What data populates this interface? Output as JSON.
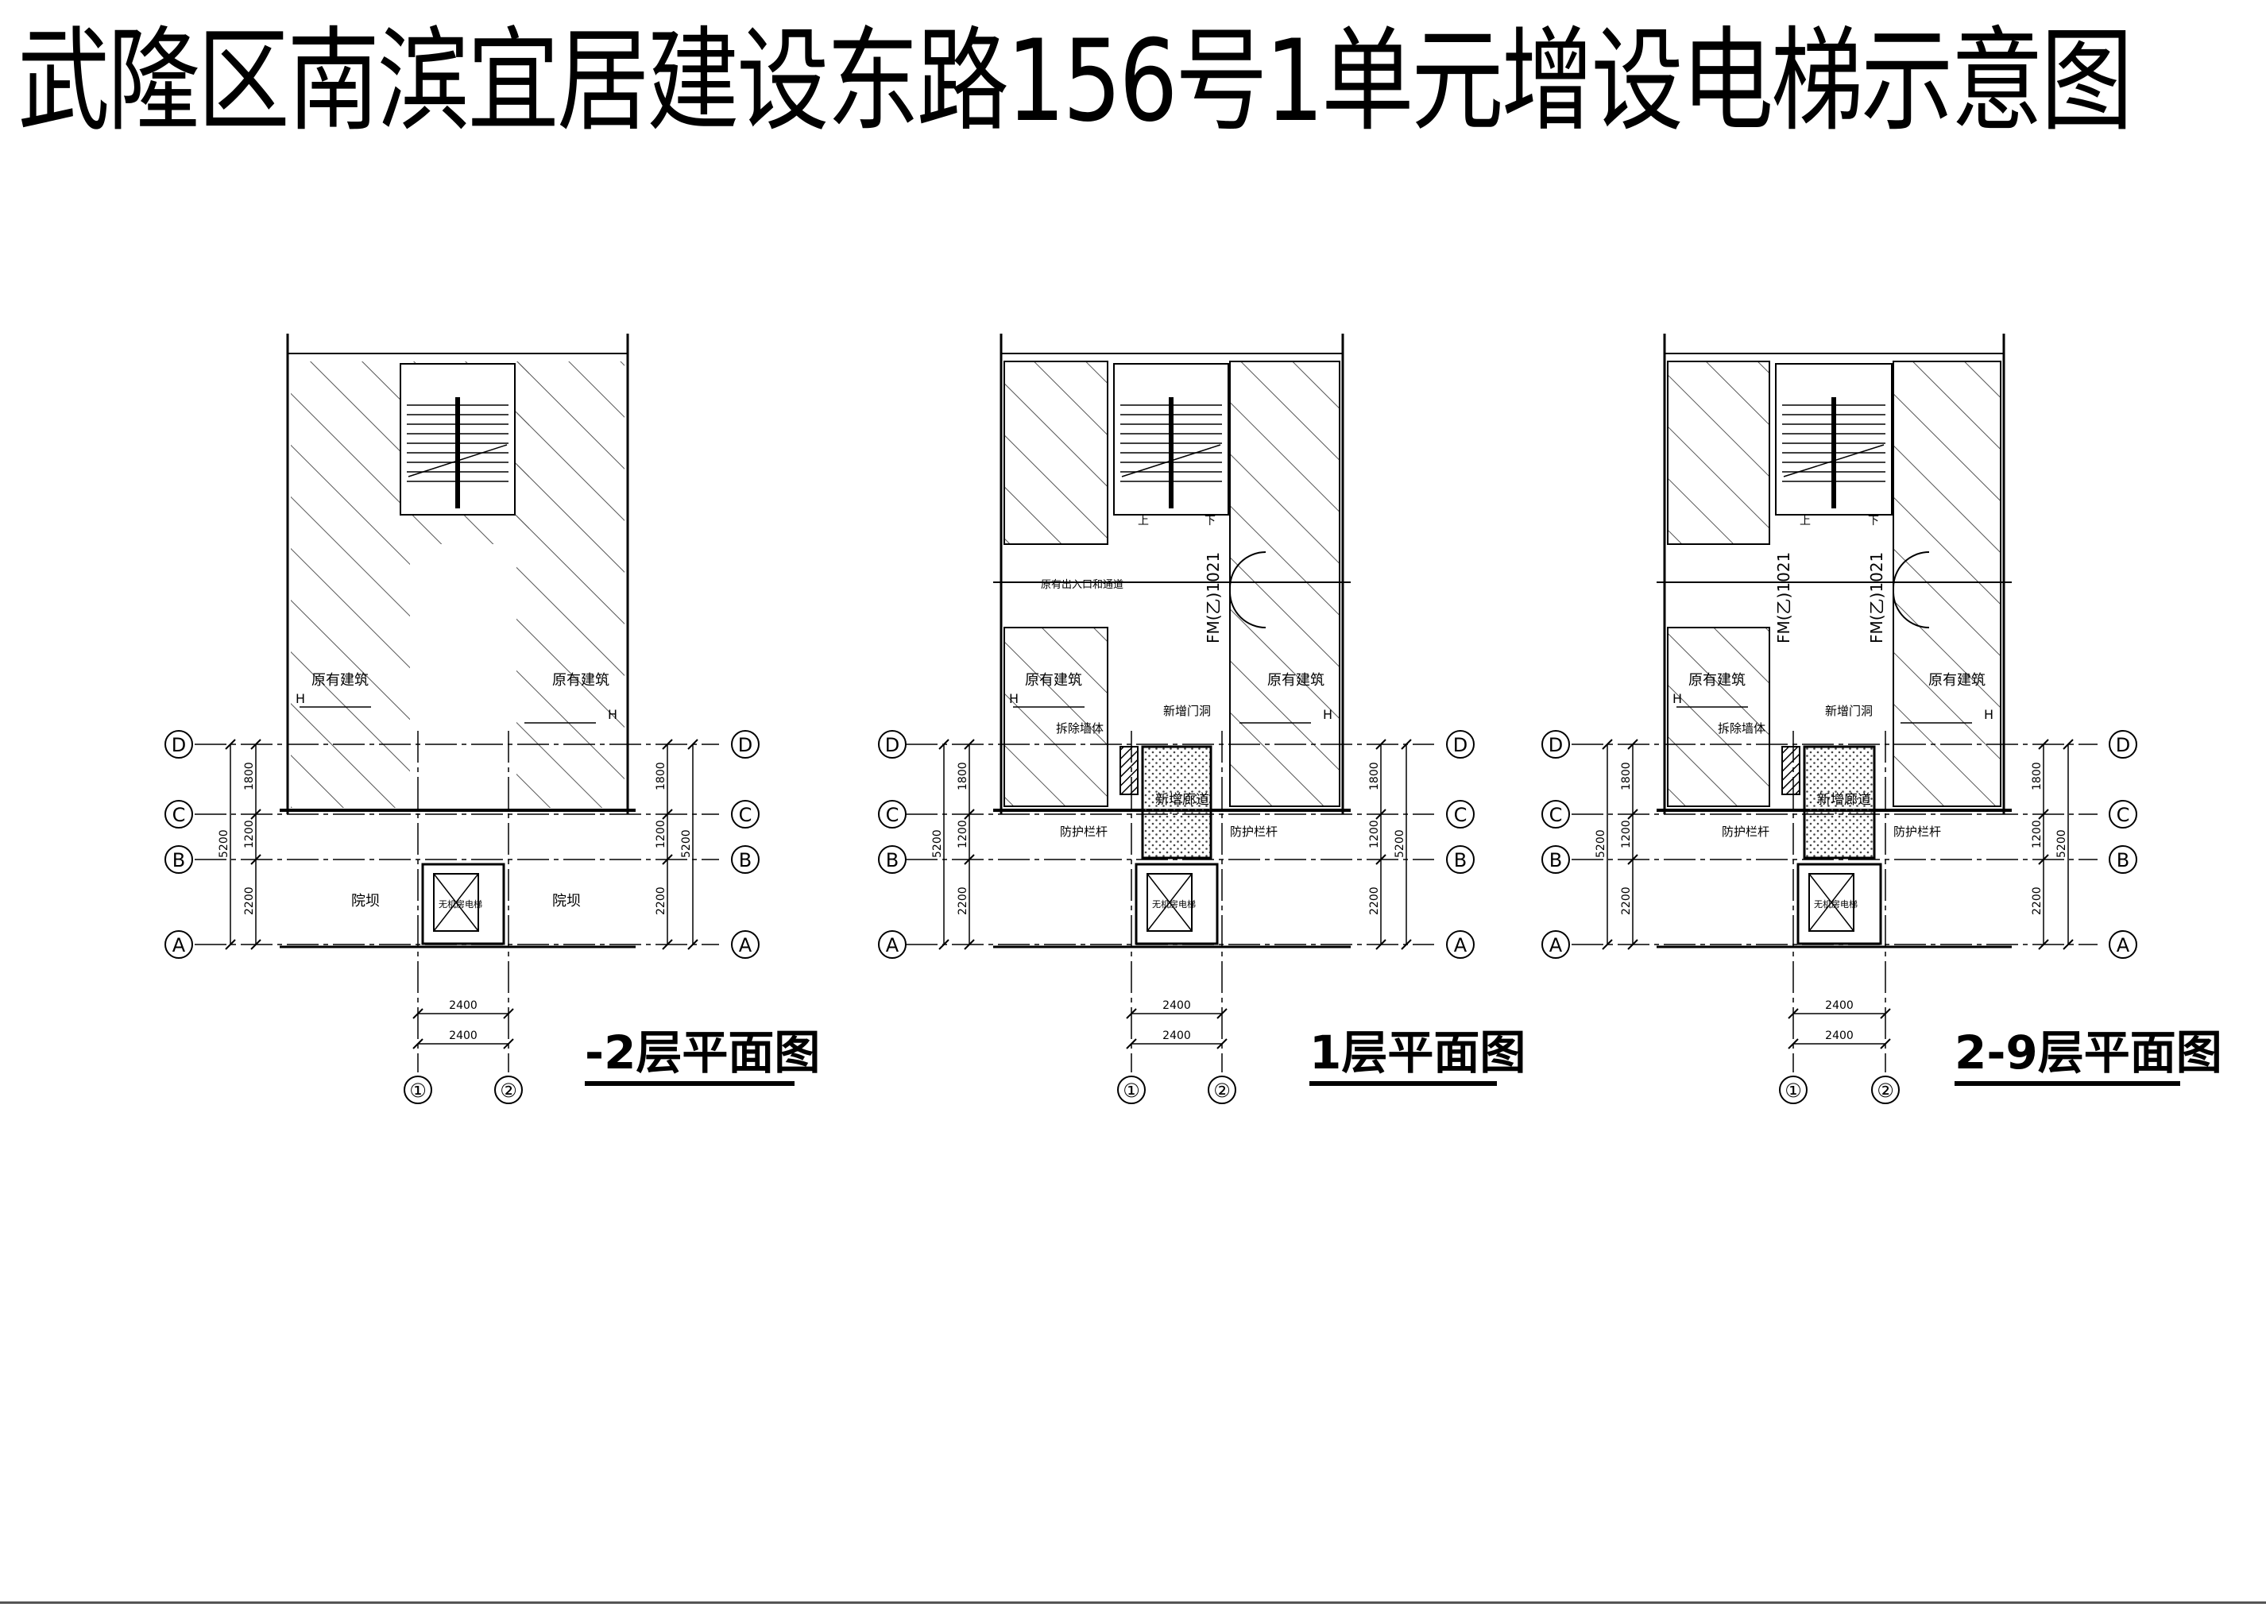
{
  "title": "武隆区南滨宜居建设东路156号1单元增设电梯示意图",
  "axes": {
    "rows": [
      "D",
      "C",
      "B",
      "A"
    ],
    "cols": [
      "①",
      "②"
    ]
  },
  "dims": {
    "d_c": "1800",
    "c_b": "1200",
    "b_a": "2200",
    "total": "5200",
    "width": "2400"
  },
  "plans": [
    {
      "caption": "-2层平面图",
      "room_left": "原有建筑",
      "room_right": "原有建筑",
      "yard_left": "院坝",
      "yard_right": "院坝",
      "shaft": "无机房电梯",
      "h_mark": "H"
    },
    {
      "caption": "1层平面图",
      "room_left": "原有建筑",
      "room_right": "原有建筑",
      "entrance_note": "原有出入口和通道",
      "door_code": "FM(乙)1021",
      "stair_up": "上",
      "stair_down": "下",
      "infill_label": "新增门洞",
      "demolish_label": "拆除墙体",
      "lobby_label": "新增廊道",
      "rail_left": "防护栏杆",
      "rail_right": "防护栏杆",
      "shaft": "无机房电梯",
      "h_mark": "H"
    },
    {
      "caption": "2-9层平面图",
      "room_left": "原有建筑",
      "room_right": "原有建筑",
      "door_code": "FM(乙)1021",
      "stair_up": "上",
      "stair_down": "下",
      "infill_label": "新增门洞",
      "demolish_label": "拆除墙体",
      "lobby_label": "新增廊道",
      "rail_left": "防护栏杆",
      "rail_right": "防护栏杆",
      "shaft": "无机房电梯",
      "h_mark": "H"
    }
  ]
}
